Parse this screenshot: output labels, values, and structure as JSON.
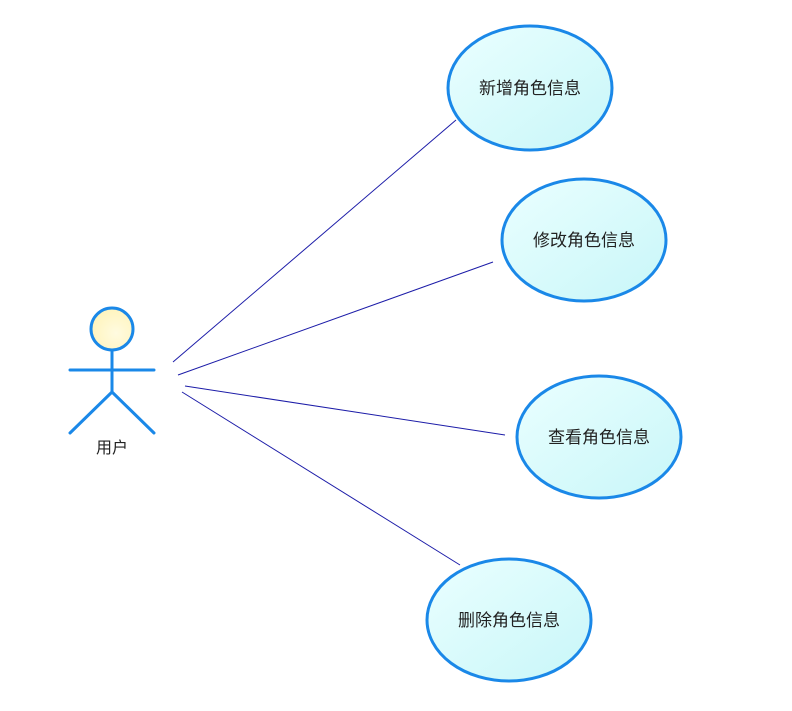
{
  "diagram": {
    "type": "use-case",
    "actor": {
      "label": "用户",
      "icon": "stick-figure-actor-icon"
    },
    "use_cases": [
      {
        "label": "新增角色信息"
      },
      {
        "label": "修改角色信息"
      },
      {
        "label": "查看角色信息"
      },
      {
        "label": "删除角色信息"
      }
    ],
    "colors": {
      "ellipse_stroke": "#1a88e8",
      "ellipse_fill_light": "#eaffff",
      "ellipse_fill_dark": "#c8f6f8",
      "actor_stroke": "#1a88e8",
      "actor_head_fill": "#fff9d2",
      "association_line": "#1c1ca8"
    }
  }
}
